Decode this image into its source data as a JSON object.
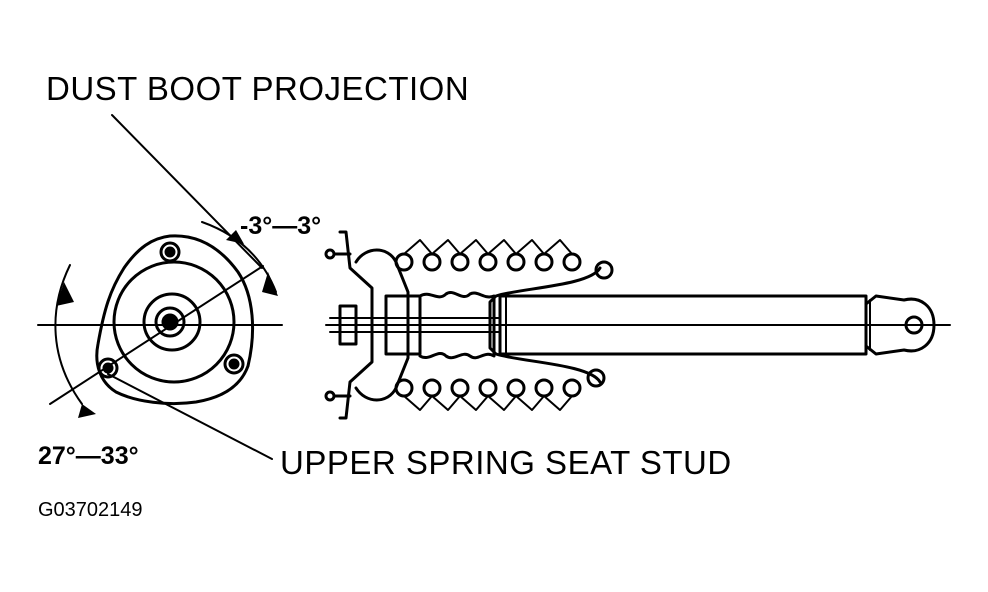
{
  "labels": {
    "dust_boot_projection": "DUST BOOT PROJECTION",
    "upper_spring_seat_stud": "UPPER SPRING SEAT STUD",
    "angle_small": "-3°—3°",
    "angle_large": "27°—33°"
  },
  "figure_id": "G03702149",
  "colors": {
    "ink": "#000000",
    "paper": "#ffffff"
  }
}
